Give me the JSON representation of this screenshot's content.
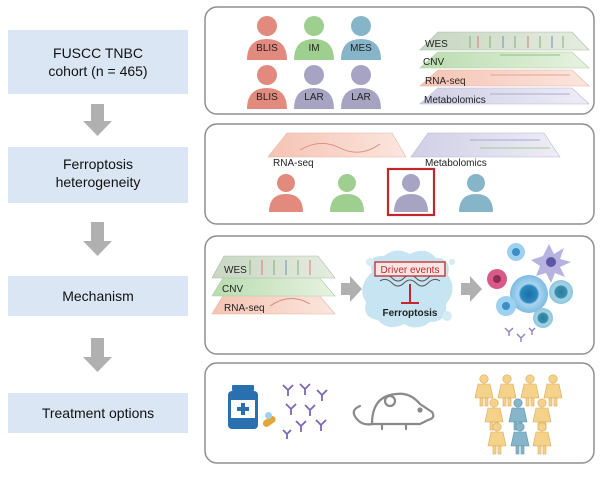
{
  "steps": [
    {
      "label_line1": "FUSCC TNBC",
      "label_line2": "cohort (n = 465)"
    },
    {
      "label_line1": "Ferroptosis",
      "label_line2": "heterogeneity"
    },
    {
      "label_line1": "Mechanism",
      "label_line2": ""
    },
    {
      "label_line1": "Treatment options",
      "label_line2": ""
    }
  ],
  "panel1": {
    "subtypes_top": [
      "BLIS",
      "IM",
      "MES"
    ],
    "subtypes_bottom": [
      "BLIS",
      "LAR",
      "LAR"
    ],
    "omics_layers": [
      "WES",
      "CNV",
      "RNA-seq",
      "Metabolomics"
    ]
  },
  "panel2": {
    "layers": [
      "RNA-seq",
      "Metabolomics"
    ]
  },
  "panel3": {
    "omics_layers": [
      "WES",
      "CNV",
      "RNA-seq"
    ],
    "driver_label": "Driver events",
    "ferroptosis_label": "Ferroptosis"
  },
  "colors": {
    "step_box": "#dae6f3",
    "panel_border": "#8f8f8f",
    "arrow": "#b0b0b0",
    "salmon": "#e28a7d",
    "green": "#9fcf8f",
    "teal": "#86b5c9",
    "purple": "#a7a3c3",
    "highlight_red": "#c0282b",
    "patient_yellow": "#f5d28a"
  }
}
